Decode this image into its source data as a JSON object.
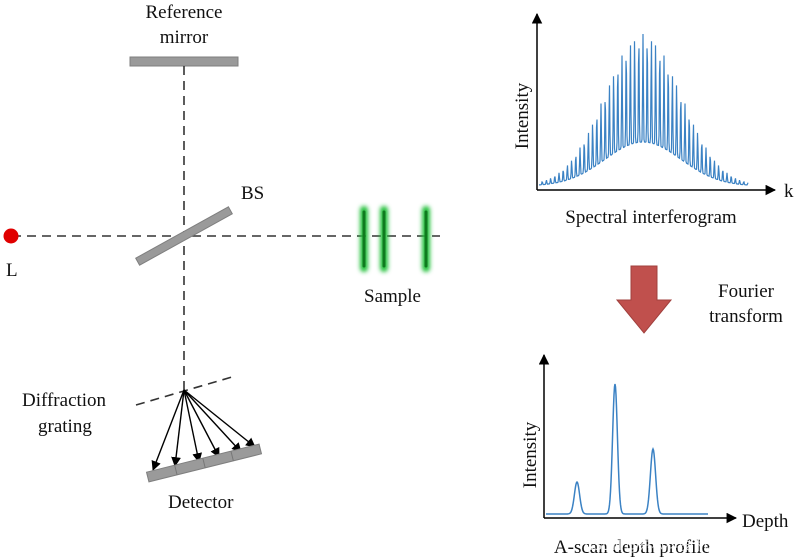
{
  "labels": {
    "reference_mirror_line1": "Reference",
    "reference_mirror_line2": "mirror",
    "bs": "BS",
    "light_source": "L",
    "sample": "Sample",
    "diffraction_line1": "Diffraction",
    "diffraction_line2": "grating",
    "detector": "Detector",
    "spectral_ylabel": "Intensity",
    "spectral_xlabel": "k",
    "spectral_caption": "Spectral interferogram",
    "fourier_line1": "Fourier",
    "fourier_line2": "transform",
    "ascan_ylabel": "Intensity",
    "ascan_xlabel": "Depth",
    "ascan_caption": "A-scan depth profile",
    "watermark": "CSDN @东枫科技 机器视觉与光电"
  },
  "colors": {
    "mirror": "#9a9a9a",
    "light_source": "#e00000",
    "sample_glow": "#22c03a",
    "sample_core": "#0f7a1e",
    "spectrum_line": "#3b82c4",
    "arrow_red": "#c0504d",
    "axis": "#000000"
  },
  "icons": {
    "light_source": "red-dot-icon",
    "fourier_arrow": "down-arrow-icon"
  }
}
